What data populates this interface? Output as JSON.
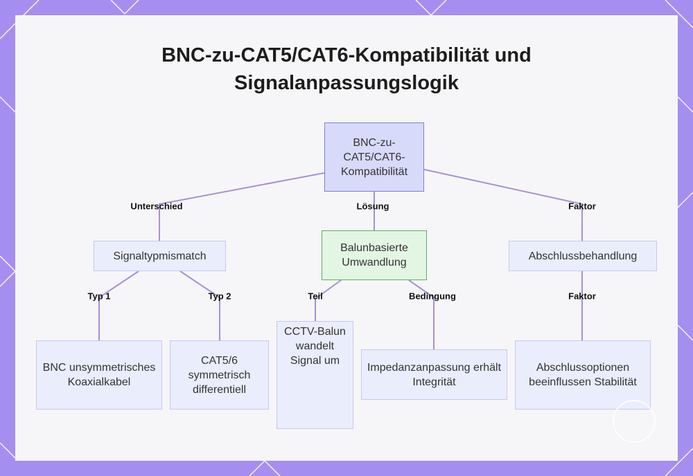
{
  "title_lines": [
    "BNC-zu-CAT5/CAT6-Kompatibilität und",
    "Signalanpassungslogik"
  ],
  "colors": {
    "background": "#a48ff0",
    "card": "#f6f6f8",
    "edge": "#a78fd6",
    "node_fill": "#eaedfc",
    "root_fill": "#d8dafa",
    "green_fill": "#e3f5e3"
  },
  "nodes": {
    "root": "BNC-zu-CAT5/CAT6-Kompatibilität",
    "signaltyp": "Signaltypmismatch",
    "balun": "Balunbasierte Umwandlung",
    "abschluss": "Abschlussbehandlung",
    "bnc": "BNC unsymmetrisches Koaxialkabel",
    "cat": "CAT5/6 symmetrisch differentiell",
    "cctv": "CCTV-Balun wandelt Signal um",
    "impedanz": "Impedanzanpassung erhält Integrität",
    "abschlussoptionen": "Abschlussoptionen beeinflussen Stabilität"
  },
  "edge_labels": {
    "unterschied": "Unterschied",
    "loesung": "Lösung",
    "faktor1": "Faktor",
    "typ1": "Typ 1",
    "typ2": "Typ 2",
    "teil": "Teil",
    "bedingung": "Bedingung",
    "faktor2": "Faktor"
  }
}
